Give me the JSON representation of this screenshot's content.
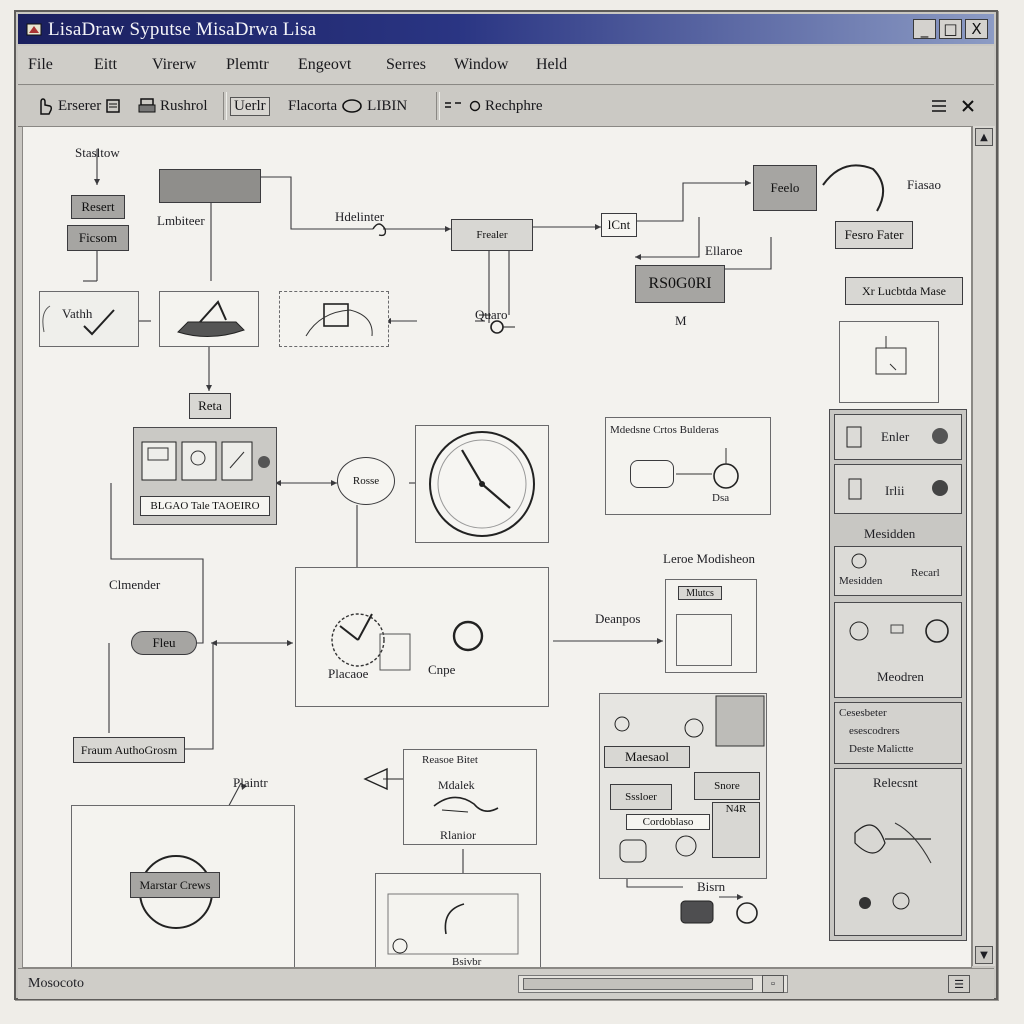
{
  "window": {
    "title": "LisaDraw  Syputse MisaDrwa Lisa",
    "controls": [
      "_",
      "□",
      "X"
    ]
  },
  "menu": [
    "File",
    "Eitt",
    "Virerw",
    "Plemtr",
    "Engeovt",
    "Serres",
    "Window",
    "Held"
  ],
  "toolbar": {
    "btn1": "Erserer",
    "btn2": "Rushrol",
    "btn3": "Uerlr",
    "btn4": "Flacorta",
    "btn5": "LIBIN",
    "btn6": "Rechphre"
  },
  "diagram": {
    "labels": {
      "start": "Stasltow",
      "lambda": "Lmbiteer",
      "hdelinter": "Hdelinter",
      "fiasao": "Fiasao",
      "ellaroe": "Ellaroe",
      "quaro": "Quaro",
      "lucbe": "Xr Lucbtda Mase",
      "clumder": "Clmender",
      "rosse": "Rosse",
      "deanpos": "Deanpos",
      "plaintr": "Plaintr",
      "placaoe": "Placaoe",
      "cnpe": "Cnpe",
      "labelsfinal": "Leroe Modisheon",
      "bsivbr": "Bsivbr",
      "mlor": "M"
    },
    "nodes": {
      "resert": "Resert",
      "ficsom": "Ficsom",
      "vathh": "Vathh",
      "relathd": "Reta",
      "faltaler": "Frealer",
      "disatalk": "RS0G0RI",
      "feelo": "Feelo",
      "feeo_fater": "Fesro Fater",
      "lcon": "lCnt",
      "fleu": "Fleu",
      "fasero_auto": "Fraum AuthoGrosm",
      "marker": "Marstar Crews",
      "feaso_btlml": "Reasoe Bitet",
      "mmlotsite": "Mdalek",
      "plnar": "Rlanior",
      "bldaro_talk": "BLGAO Tale TAOEIRO",
      "dsa": "Dsa",
      "mdedaso": "Mdedsne Crtos Bulderas",
      "mlutcs": "Mlutcs",
      "mesonl": "Maesaol",
      "snoer": "Snore",
      "sswesv": "Sssloer",
      "constance": "Cordoblaso",
      "dee": "N4R",
      "besre": "Bisrn"
    },
    "sidebar": {
      "entry1": "Enler",
      "entry2": "Irlii",
      "heading": "Mesidden",
      "entry3": "Mesidden",
      "entry4": "Recarl",
      "entry5": "Meodren",
      "check1": "Cesesbeter",
      "check2": "esescodrers",
      "check3": "Deste Malictte",
      "bottom": "Relecsnt"
    }
  },
  "status": {
    "text": "Mosocoto"
  },
  "colors": {
    "title_bar": "#1a1f5e",
    "chrome": "#c9c7c2",
    "canvas": "#f3f2ee"
  }
}
